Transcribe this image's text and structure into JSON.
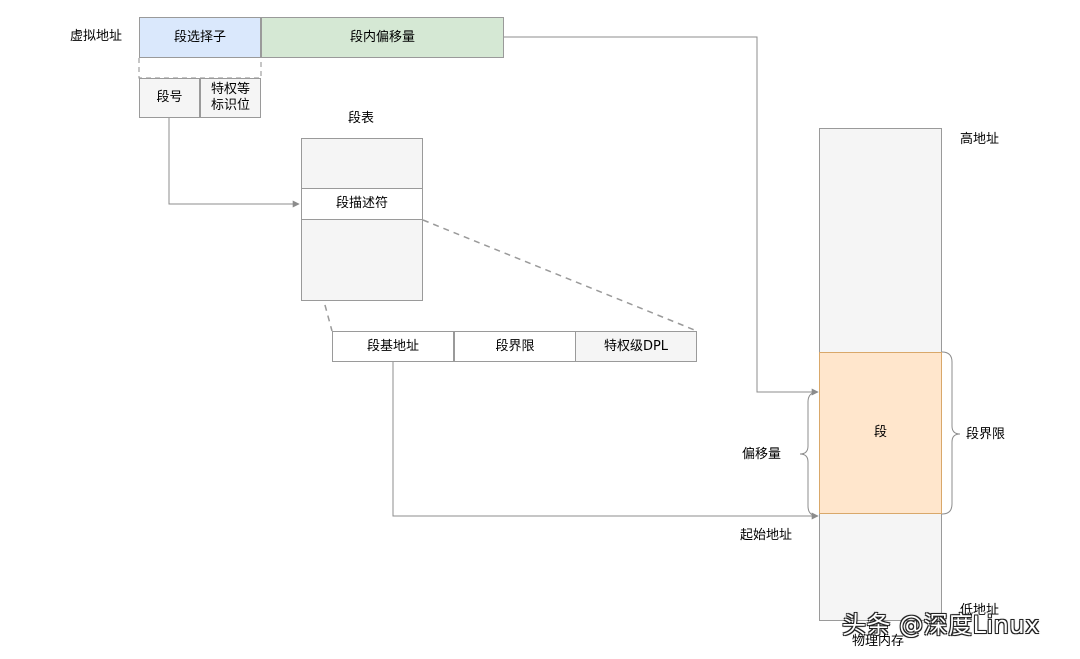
{
  "virtual_address": {
    "label": "虚拟地址",
    "selector": "段选择子",
    "offset": "段内偏移量",
    "segment_number": "段号",
    "privilege_flag": "特权等\n标识位"
  },
  "segment_table": {
    "title": "段表",
    "descriptor": "段描述符"
  },
  "descriptor_fields": {
    "base": "段基地址",
    "limit": "段界限",
    "dpl": "特权级DPL"
  },
  "physical_memory": {
    "high_address": "高地址",
    "segment": "段",
    "segment_limit": "段界限",
    "offset": "偏移量",
    "start_address": "起始地址",
    "low_address": "低地址",
    "caption": "物理内存"
  },
  "watermark": "头条 @深度Linux",
  "colors": {
    "selector_fill": "#dae8fc",
    "offset_fill": "#d5e8d4",
    "segment_fill": "#ffe6cc",
    "memory_fill": "#f5f5f5",
    "wire": "#8c8c8c"
  }
}
